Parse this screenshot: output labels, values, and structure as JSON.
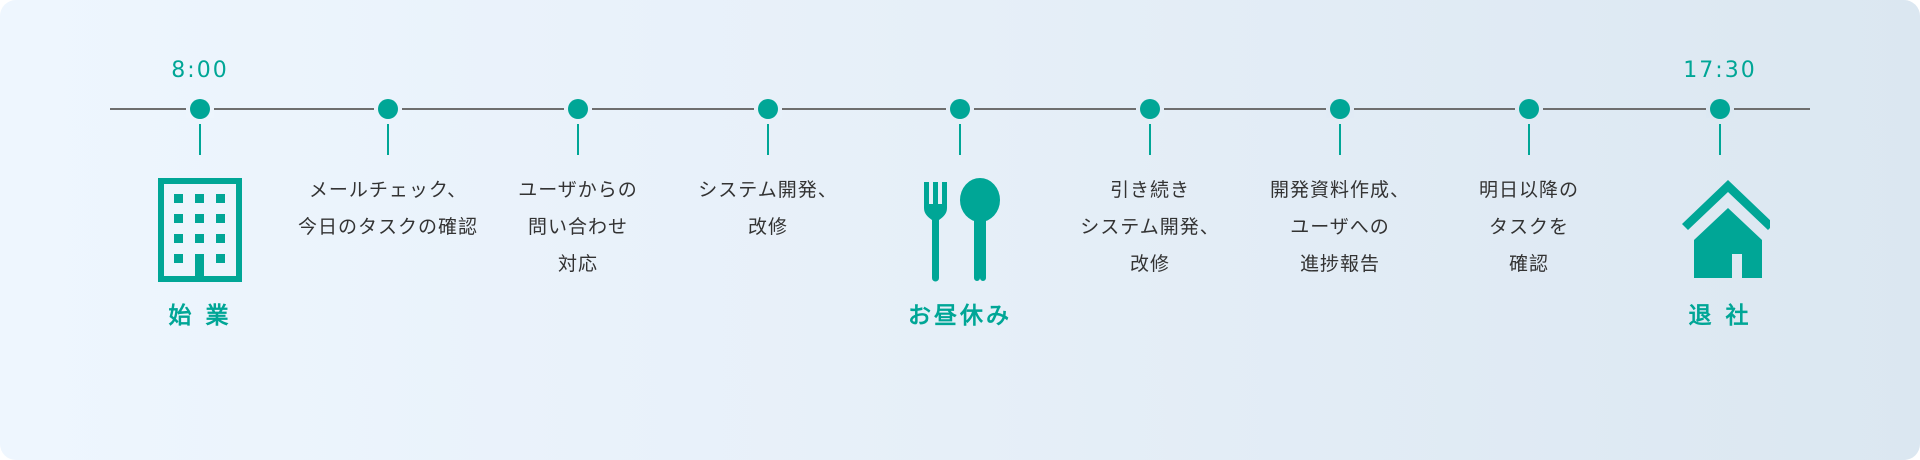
{
  "accent_color": "#00a696",
  "nodes": [
    {
      "time": "8:00",
      "icon": "building-icon",
      "label": "始 業",
      "lines": []
    },
    {
      "lines": [
        "メールチェック、",
        "今日のタスクの確認"
      ]
    },
    {
      "lines": [
        "ユーザからの",
        "問い合わせ",
        "対応"
      ]
    },
    {
      "lines": [
        "システム開発、",
        "改修"
      ]
    },
    {
      "icon": "fork-spoon-icon",
      "label": "お昼休み",
      "lines": []
    },
    {
      "lines": [
        "引き続き",
        "システム開発、",
        "改修"
      ]
    },
    {
      "lines": [
        "開発資料作成、",
        "ユーザへの",
        "進捗報告"
      ]
    },
    {
      "lines": [
        "明日以降の",
        "タスクを",
        "確認"
      ]
    },
    {
      "time": "17:30",
      "icon": "home-icon",
      "label": "退 社",
      "lines": []
    }
  ]
}
